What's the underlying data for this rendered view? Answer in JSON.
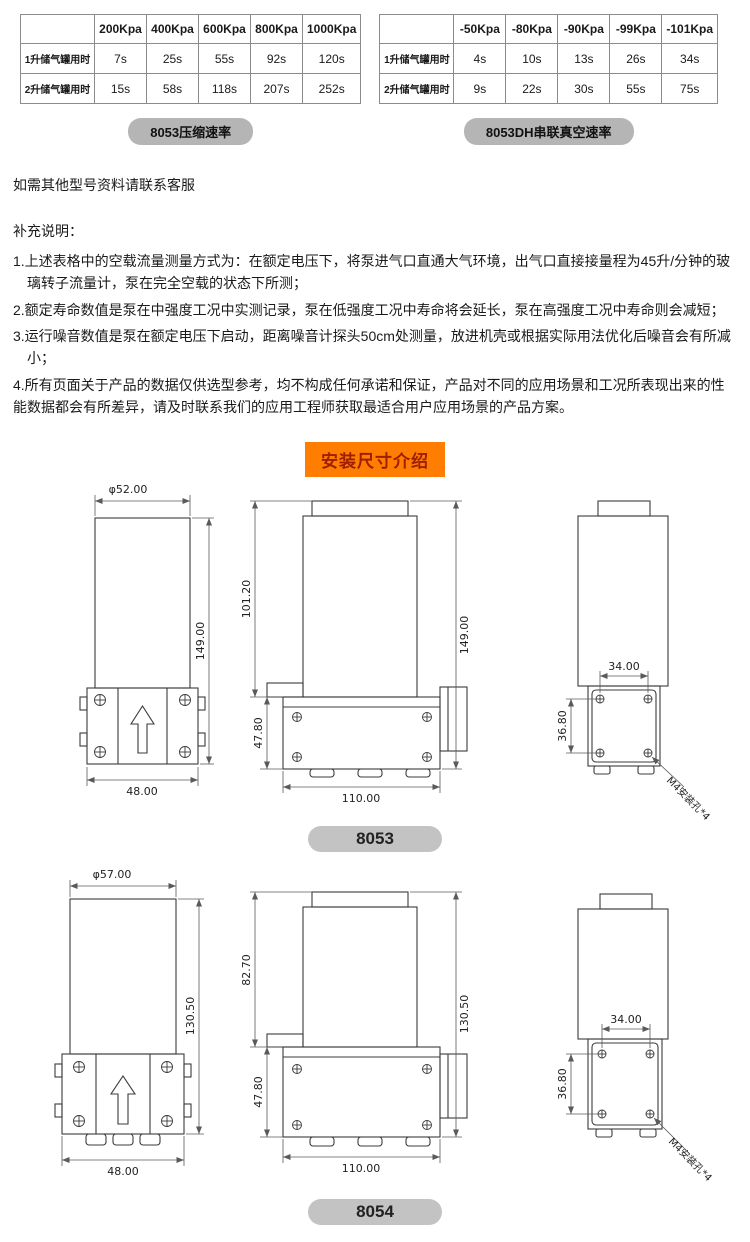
{
  "tables": {
    "compression": {
      "caption": "8053压缩速率",
      "corner": "",
      "col_headers": [
        "200Kpa",
        "400Kpa",
        "600Kpa",
        "800Kpa",
        "1000Kpa"
      ],
      "rows": [
        {
          "label": "1升储气罐用时",
          "values": [
            "7s",
            "25s",
            "55s",
            "92s",
            "120s"
          ]
        },
        {
          "label": "2升储气罐用时",
          "values": [
            "15s",
            "58s",
            "118s",
            "207s",
            "252s"
          ]
        }
      ]
    },
    "vacuum": {
      "caption": "8053DH串联真空速率",
      "corner": "",
      "col_headers": [
        "-50Kpa",
        "-80Kpa",
        "-90Kpa",
        "-99Kpa",
        "-101Kpa"
      ],
      "rows": [
        {
          "label": "1升储气罐用时",
          "values": [
            "4s",
            "10s",
            "13s",
            "26s",
            "34s"
          ]
        },
        {
          "label": "2升储气罐用时",
          "values": [
            "9s",
            "22s",
            "30s",
            "55s",
            "75s"
          ]
        }
      ]
    }
  },
  "notes": {
    "contact": "如需其他型号资料请联系客服",
    "title": "补充说明：",
    "items": [
      "1.上述表格中的空载流量测量方式为：在额定电压下，将泵进气口直通大气环境，出气口直接接量程为45升/分钟的玻璃转子流量计，泵在完全空载的状态下所测；",
      "2.额定寿命数值是泵在中强度工况中实测记录，泵在低强度工况中寿命将会延长，泵在高强度工况中寿命则会减短；",
      "3.运行噪音数值是泵在额定电压下启动，距离噪音计探头50cm处测量，放进机壳或根据实际用法优化后噪音会有所减小；",
      "4.所有页面关于产品的数据仅供选型参考，均不构成任何承诺和保证，产品对不同的应用场景和工况所表现出来的性能数据都会有所差异，请及时联系我们的应用工程师获取最适合用户应用场景的产品方案。"
    ]
  },
  "section_title": "安装尺寸介绍",
  "colors": {
    "banner_bg": "#ff7d00",
    "banner_text": "#9e1f00",
    "pill_bg": "#b5b5b5",
    "badge_bg": "#c3c3c3",
    "table_border": "#8c8c8c"
  },
  "drawings": {
    "m8053": {
      "badge": "8053",
      "front_dia": "φ52.00",
      "front_height": "149.00",
      "front_width": "48.00",
      "side_upper": "101.20",
      "side_base": "47.80",
      "side_height": "149.00",
      "side_width": "110.00",
      "rear_span": "34.00",
      "rear_vspan": "36.80",
      "rear_hole": "M4安装孔*4"
    },
    "m8054": {
      "badge": "8054",
      "front_dia": "φ57.00",
      "front_height": "130.50",
      "front_width": "48.00",
      "side_upper": "82.70",
      "side_base": "47.80",
      "side_height": "130.50",
      "side_width": "110.00",
      "rear_span": "34.00",
      "rear_vspan": "36.80",
      "rear_hole": "M4安装孔*4"
    }
  }
}
